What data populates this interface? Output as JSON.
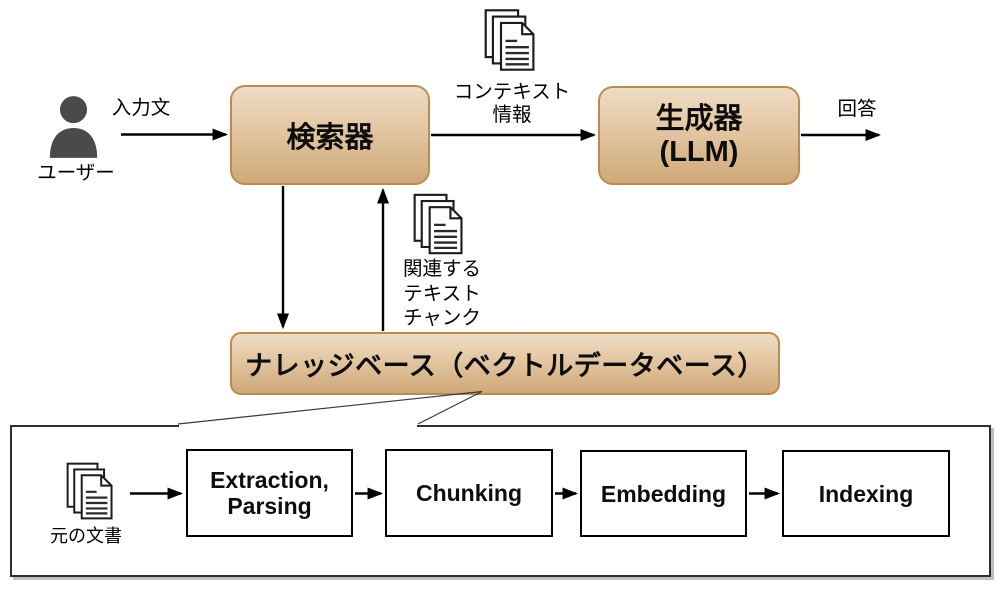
{
  "nodes": {
    "user": "ユーザー",
    "retriever": "検索器",
    "generator_line1": "生成器",
    "generator_line2": "(LLM)",
    "knowledge_base": "ナレッジベース（ベクトルデータベース）"
  },
  "flows": {
    "input": "入力文",
    "context_line1": "コンテキスト",
    "context_line2": "情報",
    "answer": "回答",
    "chunks_line1": "関連する",
    "chunks_line2": "テキスト",
    "chunks_line3": "チャンク"
  },
  "pipeline": {
    "source": "元の文書",
    "steps": [
      [
        "Extraction,",
        "Parsing"
      ],
      [
        "Chunking"
      ],
      [
        "Embedding"
      ],
      [
        "Indexing"
      ]
    ]
  },
  "icons": {
    "user": "person-silhouette",
    "context_docs": "document-stack",
    "chunk_docs": "document-stack",
    "source_docs": "document-stack"
  },
  "colors": {
    "node_fill_top": "#eedcc6",
    "node_fill_bottom": "#cfa878",
    "node_border": "#bb8c51",
    "person": "#4a4a4a",
    "arrow": "#000000",
    "pipeline_border": "#000000",
    "container_border": "#2e2e2e",
    "background": "#ffffff"
  }
}
